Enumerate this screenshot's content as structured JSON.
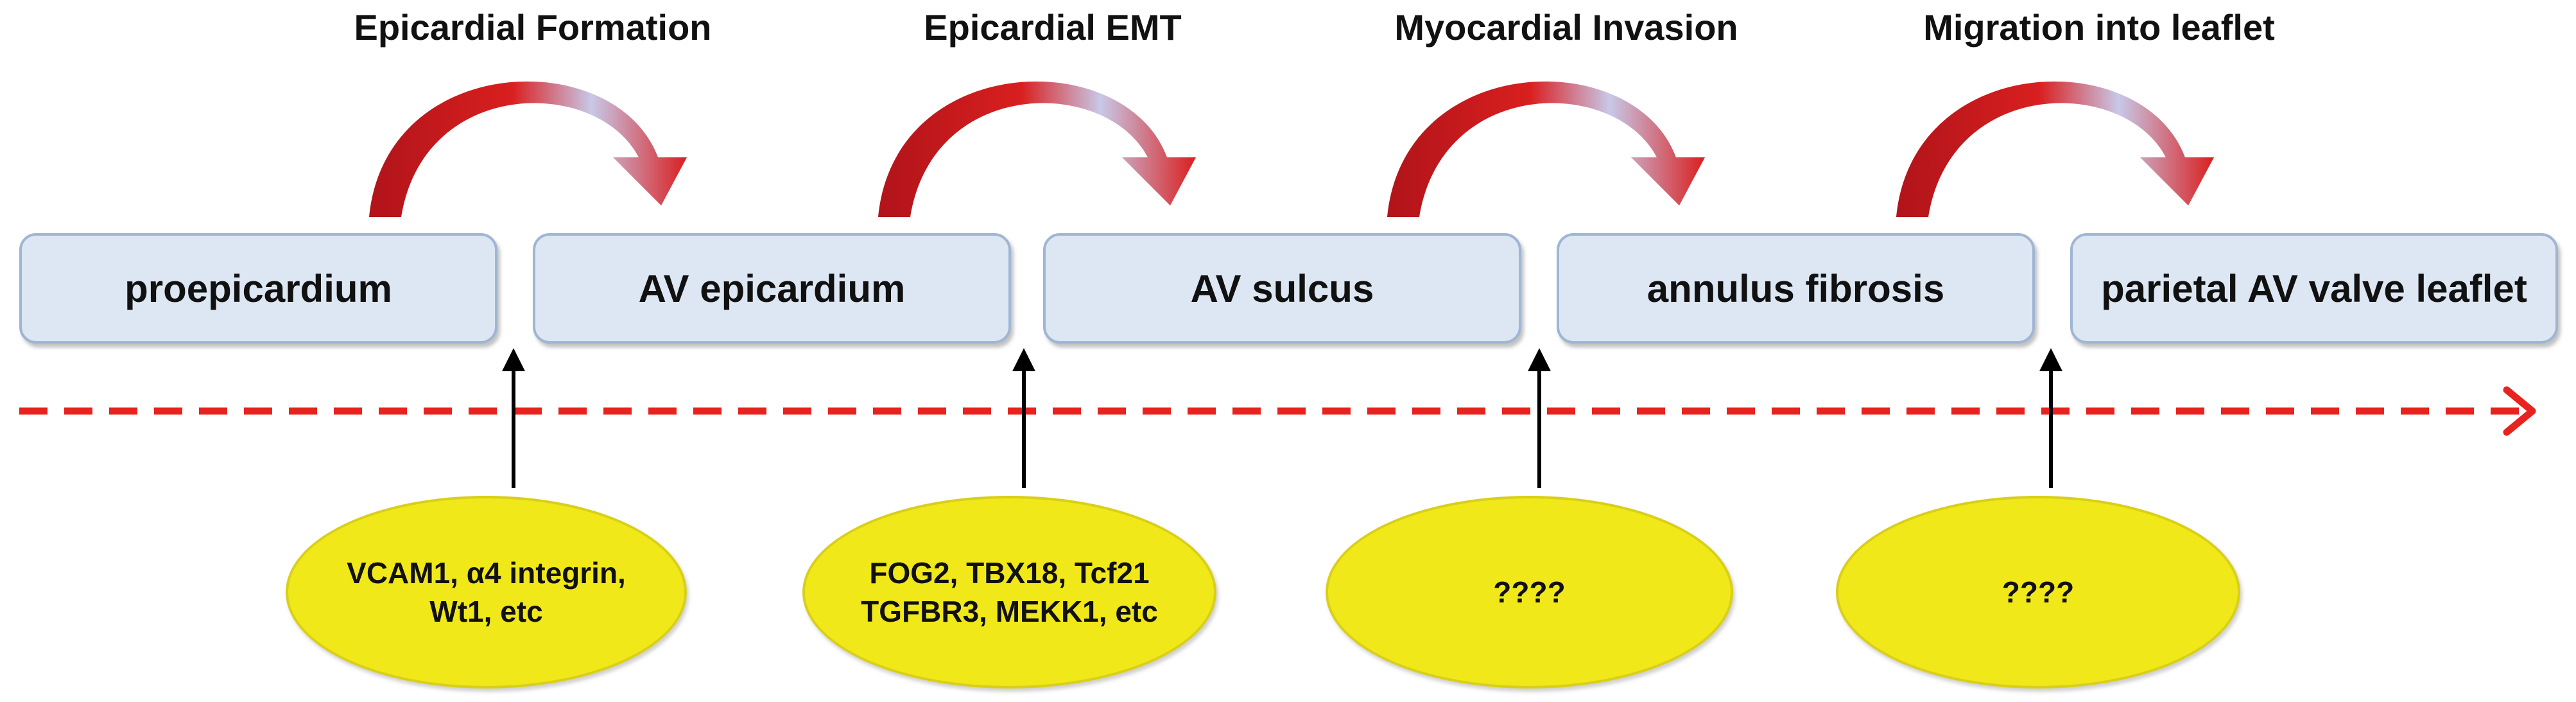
{
  "steps": [
    {
      "title": "Epicardial Formation"
    },
    {
      "title": "Epicardial EMT"
    },
    {
      "title": "Myocardial Invasion"
    },
    {
      "title": "Migration into leaflet"
    }
  ],
  "stages": [
    {
      "label": "proepicardium"
    },
    {
      "label": "AV epicardium"
    },
    {
      "label": "AV sulcus"
    },
    {
      "label": "annulus fibrosis"
    },
    {
      "label": "parietal AV valve leaflet"
    }
  ],
  "factors": [
    {
      "lines": [
        "VCAM1, α4 integrin,",
        "Wt1, etc"
      ]
    },
    {
      "lines": [
        "FOG2, TBX18, Tcf21",
        "TGFBR3, MEKK1, etc"
      ]
    },
    {
      "lines": [
        "????"
      ]
    },
    {
      "lines": [
        "????"
      ]
    }
  ],
  "colors": {
    "curved_arrow": "#d91f1f",
    "timeline": "#e8231f",
    "box_fill": "#dde7f3",
    "box_border": "#9fb6d3",
    "ellipse_fill": "#f1e81a",
    "pointer_arrow": "#000000"
  }
}
